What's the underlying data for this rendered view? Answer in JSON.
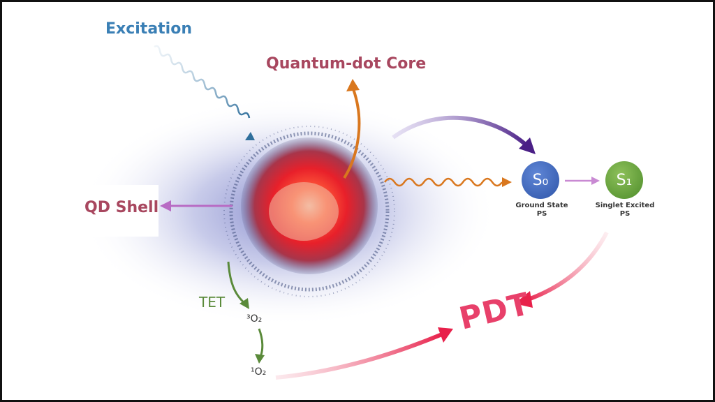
{
  "labels": {
    "excitation": "Excitation",
    "core": "Quantum-dot Core",
    "shell": "QD Shell",
    "tet": "TET",
    "triplet_oxygen": "³O₂",
    "singlet_oxygen": "¹O₂",
    "pdt": "PDT"
  },
  "states": {
    "ground": {
      "symbol": "S₀",
      "caption_line1": "Ground State",
      "caption_line2": "PS"
    },
    "excited": {
      "symbol": "S₁",
      "caption_line1": "Singlet Excited",
      "caption_line2": "PS"
    }
  },
  "colors": {
    "excitation": "#3a7fb5",
    "label_red": "#a8475f",
    "core_arrow": "#d9771e",
    "shell_arrow": "#b86bc4",
    "purple_arrow": "#5a2a8c",
    "tet_green": "#5a8a3a",
    "pdt_red": "#e8406a",
    "ground_blue": "#3b63b8",
    "excited_green": "#5c9a34"
  }
}
